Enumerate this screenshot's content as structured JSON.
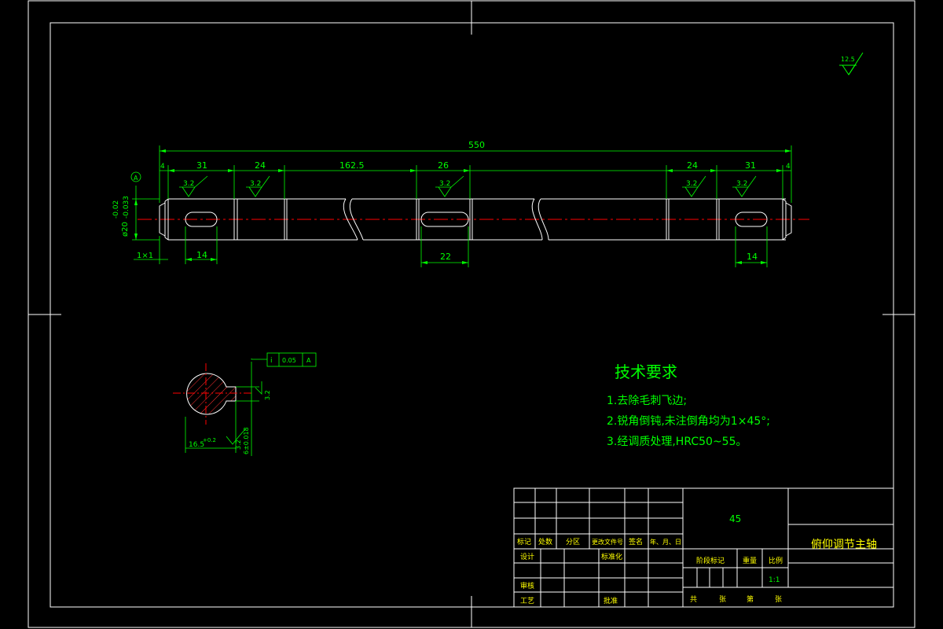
{
  "colors": {
    "background": "#000000",
    "outline": "#ffffff",
    "dimension": "#00ff00",
    "centerline": "#ff0000",
    "text_yellow": "#ffff00",
    "text_green": "#00ff00"
  },
  "surface_finish_general": "12.5",
  "dimensions": {
    "overall_length": "550",
    "chamfer_left": "4",
    "chamfer_right": "4",
    "seg_left_31": "31",
    "seg_left_24": "24",
    "seg_middle": "162.5",
    "seg_key_mid": "26",
    "seg_right_24": "24",
    "seg_right_31": "31",
    "key_left_len": "14",
    "key_mid_len": "22",
    "key_right_len": "14",
    "chamfer_note": "1×1",
    "diameter_main": "ø20",
    "diameter_tol_top": "-0.02",
    "diameter_tol_bottom": "-0.033"
  },
  "roughness_marks": [
    "3.2",
    "3.2",
    "3.2",
    "3.2",
    "3.2"
  ],
  "datum_label": "A",
  "section": {
    "depth_label": "16.5",
    "depth_tol": "+0.2",
    "width_label": "6±0.018",
    "roughness_a": "3.2",
    "roughness_b": "3.2",
    "tolerance_symbol": "i",
    "tolerance_value": "0.05",
    "tolerance_datum": "A"
  },
  "tech_requirements": {
    "title": "技术要求",
    "items": [
      "1.去除毛刺飞边;",
      "2.锐角倒钝,未注倒角均为1×45°;",
      "3.经调质处理,HRC50~55。"
    ]
  },
  "title_block": {
    "material": "45",
    "part_name": "俯仰调节主轴",
    "scale_label": "比例",
    "scale_value": "1:1",
    "weight_label": "重量",
    "stage_label": "阶段标记",
    "revision_headers": [
      "标记",
      "处数",
      "分区",
      "更改文件号",
      "签名",
      "年、月、日"
    ],
    "designer_label": "设计",
    "standard_label": "标准化",
    "reviewer_label": "审核",
    "process_label": "工艺",
    "approve_label": "批准",
    "sheets_total": "共",
    "sheets_unit": "张",
    "sheet_no": "第",
    "sheet_unit2": "张"
  }
}
